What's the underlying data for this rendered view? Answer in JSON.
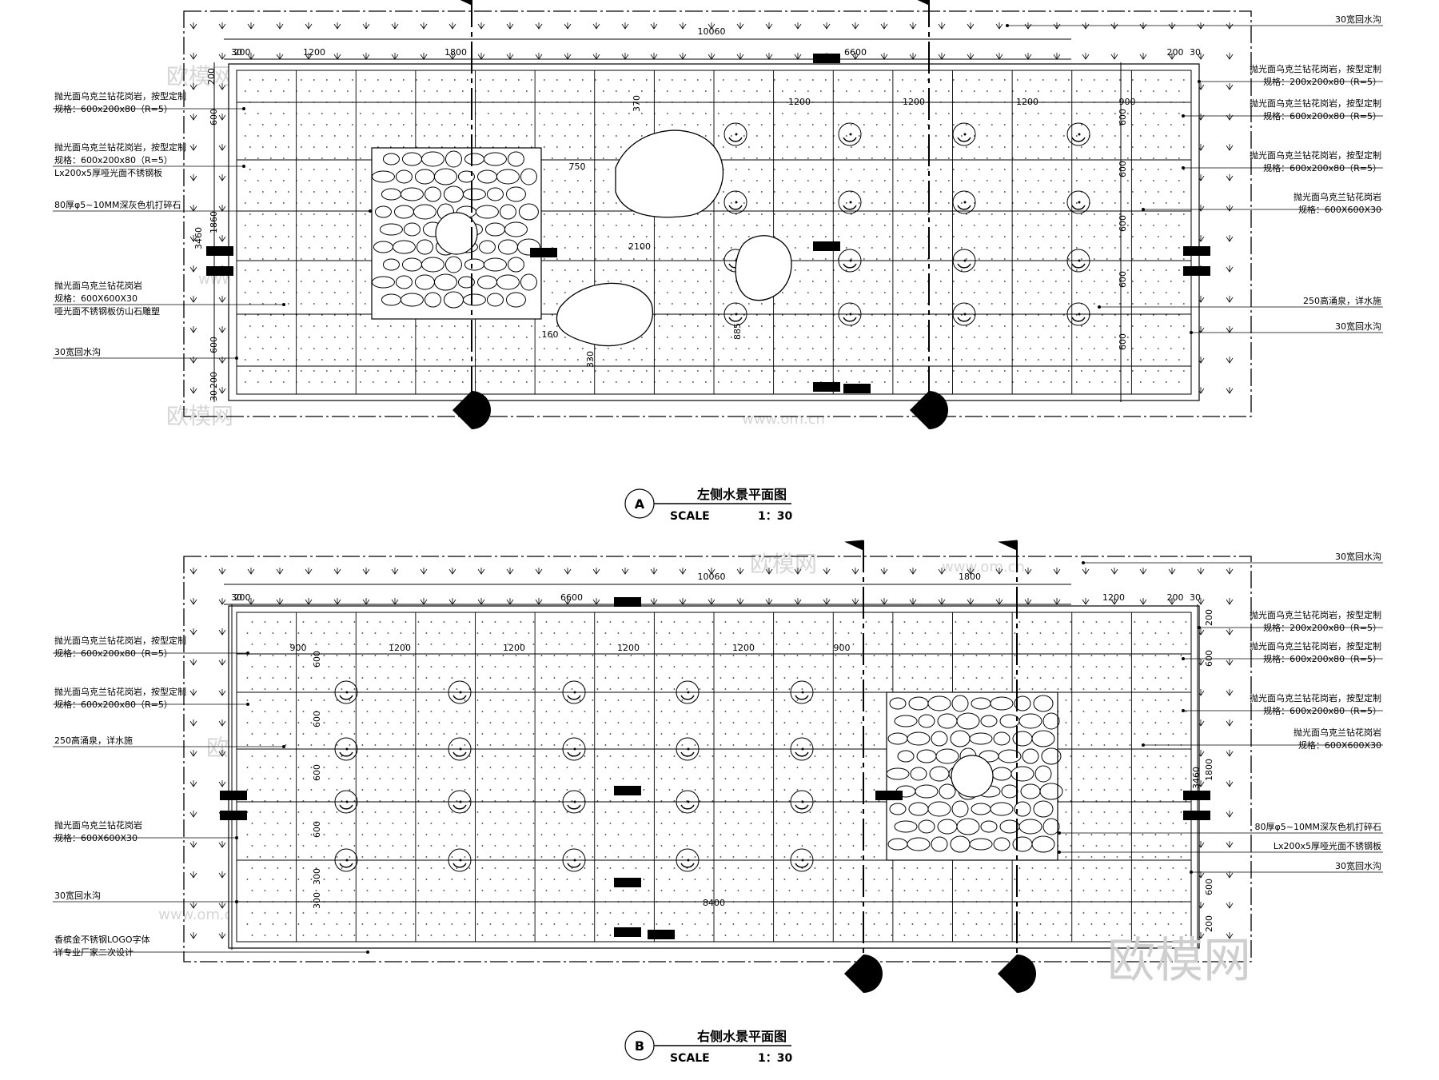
{
  "plans": [
    {
      "id": "A",
      "title": "左侧水景平面图",
      "scale_label": "SCALE",
      "scale_value": "1：30",
      "dims_top": [
        "30",
        "200",
        "1200",
        "1800",
        "10060",
        "6600",
        "200",
        "30"
      ],
      "dims_inner": [
        "1200",
        "1200",
        "1200",
        "900",
        "370",
        "750",
        "2100",
        "160",
        "330",
        "885"
      ],
      "dims_left": [
        "200",
        "600",
        "1860",
        "3460",
        "600",
        "200",
        "30"
      ],
      "dims_right": [
        "600",
        "600",
        "600",
        "600",
        "600"
      ],
      "notes_left": [
        [
          "抛光面乌克兰钻花岗岩，按型定制",
          "规格：600x200x80（R=5）"
        ],
        [
          "抛光面乌克兰钻花岗岩，按型定制",
          "规格：600x200x80（R=5）",
          "Lx200x5厚哑光面不锈钢板"
        ],
        [
          "80厚φ5~10MM深灰色机打碎石"
        ],
        [
          "抛光面乌克兰钻花岗岩",
          "规格：600X600X30",
          "哑光面不锈钢板仿山石雕塑"
        ],
        [
          "30宽回水沟"
        ]
      ],
      "notes_right": [
        [
          "30宽回水沟"
        ],
        [
          "抛光面乌克兰钻花岗岩，按型定制",
          "规格：200x200x80（R=5）"
        ],
        [
          "抛光面乌克兰钻花岗岩，按型定制",
          "规格：600x200x80（R=5）"
        ],
        [
          "抛光面乌克兰钻花岗岩，按型定制",
          "规格：600x200x80（R=5）"
        ],
        [
          "抛光面乌克兰钻花岗岩",
          "规格：600X600X30"
        ],
        [
          "250高涌泉，详水施"
        ],
        [
          "30宽回水沟"
        ]
      ]
    },
    {
      "id": "B",
      "title": "右侧水景平面图",
      "scale_label": "SCALE",
      "scale_value": "1：30",
      "dims_top": [
        "30",
        "200",
        "6600",
        "10060",
        "1800",
        "1200",
        "200",
        "30"
      ],
      "dims_inner": [
        "900",
        "1200",
        "1200",
        "1200",
        "1200",
        "900",
        "8400"
      ],
      "dims_left": [
        "600",
        "600",
        "600",
        "600",
        "300",
        "300"
      ],
      "dims_right": [
        "200",
        "600",
        "1800",
        "3460",
        "600",
        "200"
      ],
      "notes_left": [
        [
          "抛光面乌克兰钻花岗岩，按型定制",
          "规格：600x200x80（R=5）"
        ],
        [
          "抛光面乌克兰钻花岗岩，按型定制",
          "规格：600x200x80（R=5）"
        ],
        [
          "250高涌泉，详水施"
        ],
        [
          "抛光面乌克兰钻花岗岩",
          "规格：600X600X30"
        ],
        [
          "30宽回水沟"
        ],
        [
          "香槟金不锈钢LOGO字体",
          "详专业厂家二次设计"
        ]
      ],
      "notes_right": [
        [
          "30宽回水沟"
        ],
        [
          "抛光面乌克兰钻花岗岩，按型定制",
          "规格：200x200x80（R=5）"
        ],
        [
          "抛光面乌克兰钻花岗岩，按型定制",
          "规格：600x200x80（R=5）"
        ],
        [
          "抛光面乌克兰钻花岗岩，按型定制",
          "规格：600x200x80（R=5）"
        ],
        [
          "抛光面乌克兰钻花岗岩",
          "规格：600X600X30"
        ],
        [
          "80厚φ5~10MM深灰色机打碎石"
        ],
        [
          "Lx200x5厚哑光面不锈钢板"
        ],
        [
          "30宽回水沟"
        ]
      ]
    }
  ],
  "watermarks": [
    "欧模网",
    "www.om.cn"
  ],
  "logo_text": "欧模网",
  "colors": {
    "ink": "#000000",
    "watermark": "#d0d0d0"
  }
}
